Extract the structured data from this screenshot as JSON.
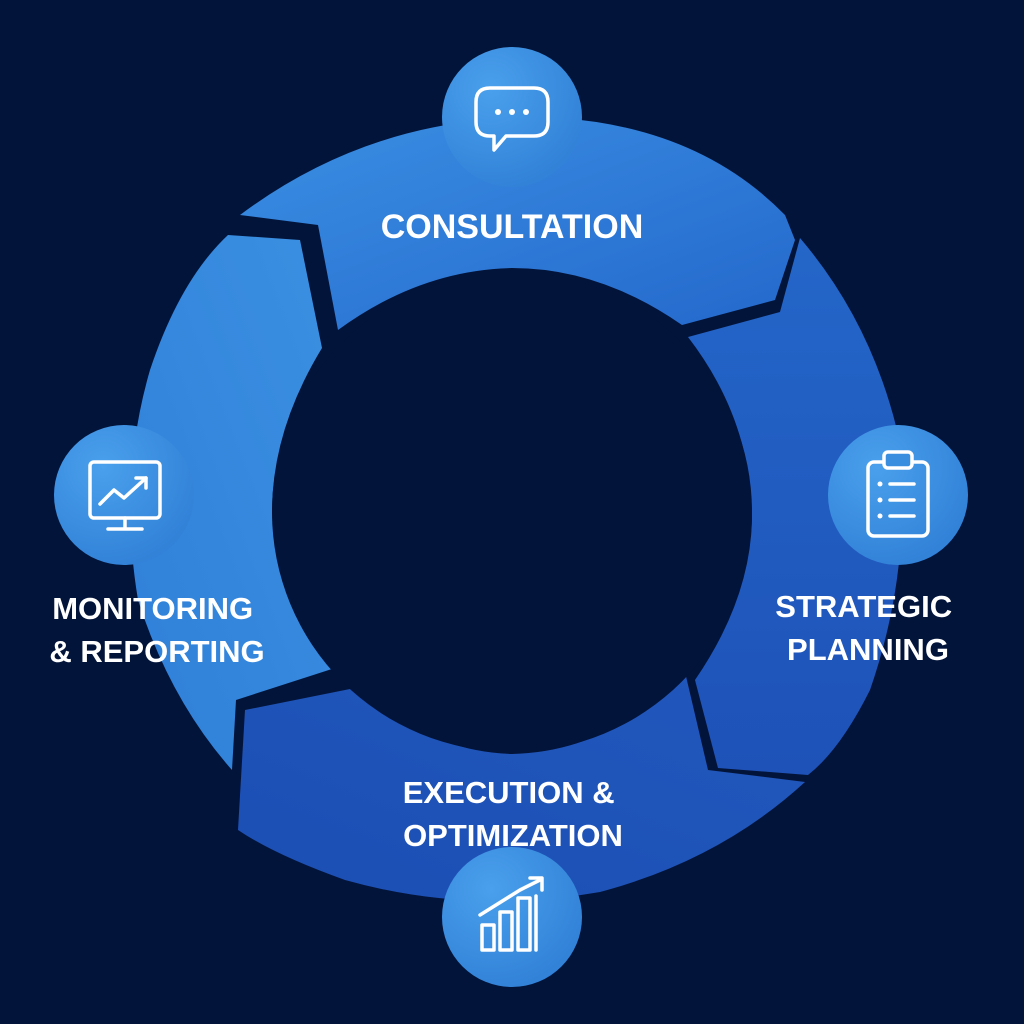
{
  "colors": {
    "background": "#03143a",
    "segment_top": "#2e7fd9",
    "segment_right": "#2260c6",
    "segment_bottom": "#1f55bb",
    "segment_left": "#3585db",
    "icon_circle": "#3a8ee0",
    "label_text": "#ffffff"
  },
  "stages": [
    {
      "id": "consultation",
      "label_lines": [
        "CONSULTATION"
      ],
      "icon": "chat-bubble-icon"
    },
    {
      "id": "strategic-planning",
      "label_lines": [
        "STRATEGIC",
        "PLANNING"
      ],
      "icon": "clipboard-checklist-icon"
    },
    {
      "id": "execution-optimization",
      "label_lines": [
        "EXECUTION &",
        "OPTIMIZATION"
      ],
      "icon": "bar-chart-growth-icon"
    },
    {
      "id": "monitoring-reporting",
      "label_lines": [
        "MONITORING",
        "& REPORTING"
      ],
      "icon": "monitor-trend-icon"
    }
  ]
}
